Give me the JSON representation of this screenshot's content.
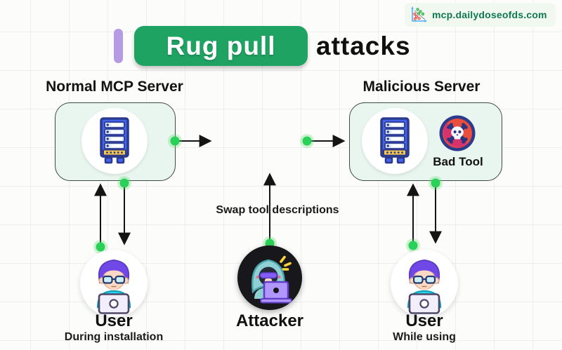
{
  "branding": {
    "site_label": "mcp.dailydoseofds.com",
    "logo_icon": "scatter-plot-logo-icon",
    "text_color": "#0e7a4b"
  },
  "title": {
    "highlighted_word": "Rug pull",
    "rest_word": "attacks",
    "highlight_bg": "#1fa362",
    "accent_bar_color": "#b49be4"
  },
  "servers": {
    "normal": {
      "label": "Normal MCP Server",
      "icon": "server-rack-icon"
    },
    "malicious": {
      "label": "Malicious Server",
      "icon": "server-rack-icon",
      "bad_tool": {
        "label": "Bad Tool",
        "icon": "skull-crossbones-icon"
      }
    }
  },
  "actors": {
    "user_install": {
      "label": "User",
      "sublabel": "During installation",
      "icon": "user-avatar-icon"
    },
    "user_using": {
      "label": "User",
      "sublabel": "While using",
      "icon": "user-avatar-icon"
    },
    "attacker": {
      "label": "Attacker",
      "annotation": "Swap tool descriptions",
      "icon": "hooded-hacker-icon"
    }
  },
  "colors": {
    "node_box_fill": "#e9f6ef",
    "node_box_border": "#3f4a45",
    "connector_dot_green": "#2bd058",
    "arrow_black": "#141414",
    "bad_tool_red": "#ea4f3d",
    "bad_tool_pink": "#d6336c",
    "icon_navy": "#2c3a8c",
    "icon_blue": "#4263eb",
    "icon_yellow": "#f8c84b",
    "attacker_circle": "#17171c",
    "hood_teal": "#8fd0d4",
    "laptop_lavender": "#b197fc",
    "hair_purple": "#7048e8",
    "shirt_cyan": "#2bd9ee"
  }
}
